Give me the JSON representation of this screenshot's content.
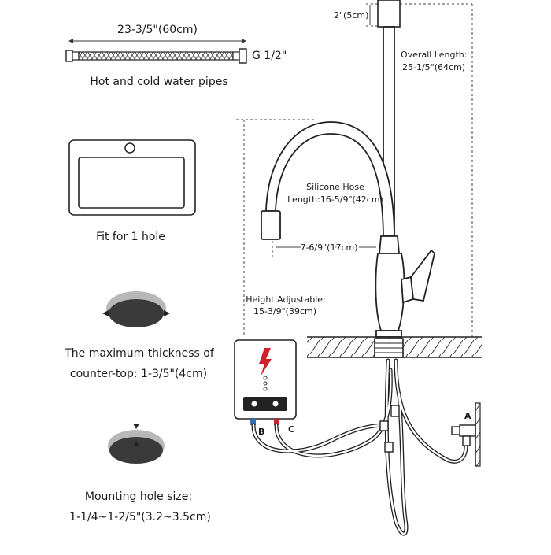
{
  "pipes": {
    "length_label": "23-3/5\"(60cm)",
    "thread_label": "G 1/2\"",
    "caption": "Hot and cold water pipes"
  },
  "sink": {
    "caption": "Fit for 1 hole"
  },
  "thickness": {
    "caption_line1": "The maximum thickness of",
    "caption_line2": "counter-top: 1-3/5\"(4cm)"
  },
  "mounting": {
    "caption_line1": "Mounting hole size:",
    "caption_line2": "1-1/4~1-2/5\"(3.2~3.5cm)"
  },
  "faucet": {
    "top_dim": "2\"(5cm)",
    "overall_line1": "Overall Length:",
    "overall_line2": "25-1/5\"(64cm)",
    "hose_line1": "Silicone Hose",
    "hose_line2": "Length:16-5/9\"(42cm)",
    "reach_dim": "7-6/9\"(17cm)",
    "height_line1": "Height Adjustable:",
    "height_line2": "15-3/9\"(39cm)"
  },
  "heater": {
    "label_b": "B",
    "label_c": "C",
    "label_a": "A",
    "bolt_color": "#d0202a",
    "cold_color": "#2f6fb5",
    "hot_color": "#c8242b"
  }
}
